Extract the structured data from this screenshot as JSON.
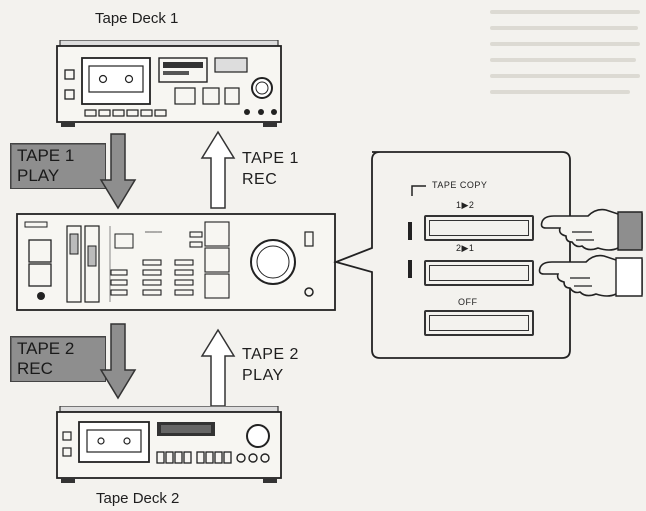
{
  "deck1": {
    "title": "Tape Deck 1"
  },
  "deck2": {
    "title": "Tape Deck 2"
  },
  "flows": {
    "tape1_play": {
      "line1": "TAPE 1",
      "line2": "PLAY"
    },
    "tape1_rec": {
      "line1": "TAPE 1",
      "line2": "REC"
    },
    "tape2_rec": {
      "line1": "TAPE 2",
      "line2": "REC"
    },
    "tape2_play": {
      "line1": "TAPE 2",
      "line2": "PLAY"
    }
  },
  "tape_copy": {
    "heading": "TAPE COPY",
    "buttons": [
      {
        "label": "1▶2"
      },
      {
        "label": "2▶1"
      },
      {
        "label": "OFF"
      }
    ]
  }
}
